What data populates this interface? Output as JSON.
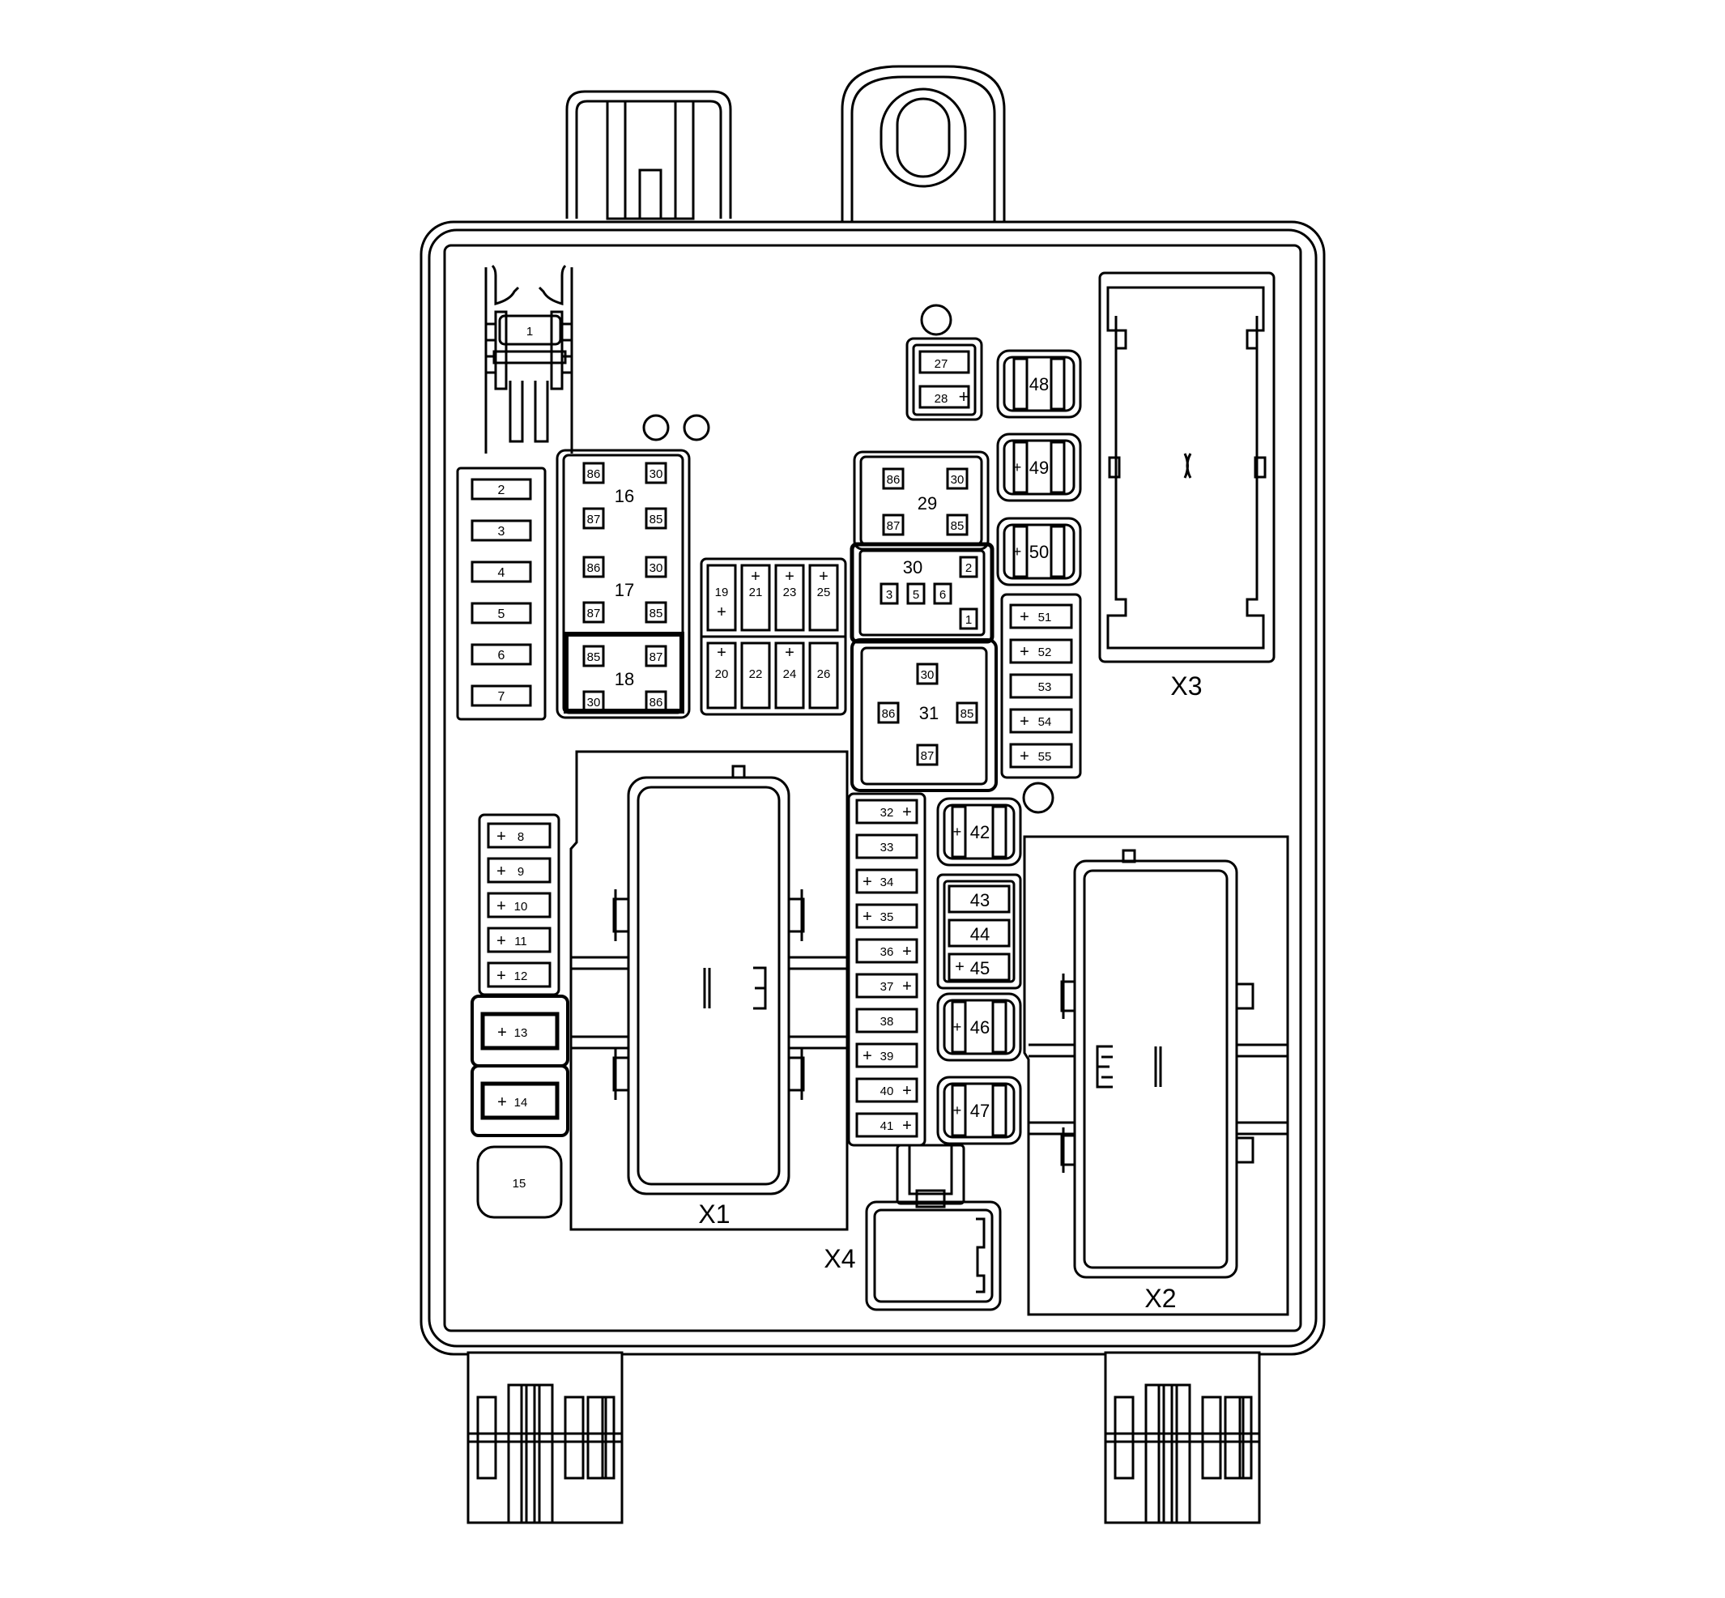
{
  "diagram": {
    "colors": {
      "line": "#000000",
      "background": "#ffffff"
    },
    "fuse_1": "1",
    "mini_fuses_left": [
      "2",
      "3",
      "4",
      "5",
      "6",
      "7"
    ],
    "relay_16": {
      "label": "16",
      "pins": [
        "86",
        "30",
        "87",
        "85"
      ]
    },
    "relay_17": {
      "label": "17",
      "pins": [
        "86",
        "30",
        "87",
        "85"
      ]
    },
    "relay_18": {
      "label": "18",
      "pins": [
        "85",
        "87",
        "30",
        "86"
      ]
    },
    "fuse_block_top": [
      "19",
      "21",
      "23",
      "25"
    ],
    "fuse_block_bottom": [
      "20",
      "22",
      "24",
      "26"
    ],
    "fuse_27": "27",
    "fuse_28": "28",
    "relay_29": {
      "label": "29",
      "pins": [
        "86",
        "30",
        "87",
        "85"
      ]
    },
    "relay_30": {
      "label": "30",
      "pins": [
        "2",
        "3",
        "5",
        "6",
        "1"
      ]
    },
    "relay_31": {
      "label": "31",
      "pins": [
        "30",
        "86",
        "85",
        "87"
      ]
    },
    "maxi_fuses_right": [
      "48",
      "49",
      "50"
    ],
    "mini_fuses_right": [
      "51",
      "52",
      "53",
      "54",
      "55"
    ],
    "fuse_column_left": [
      "8",
      "9",
      "10",
      "11",
      "12"
    ],
    "fuse_13": "13",
    "fuse_14": "14",
    "component_15": "15",
    "fuse_column_center": [
      "32",
      "33",
      "34",
      "35",
      "36",
      "37",
      "38",
      "39",
      "40",
      "41"
    ],
    "fuse_42": "42",
    "fuse_group_43_45": [
      "43",
      "44",
      "45"
    ],
    "fuse_46": "46",
    "fuse_47": "47",
    "connectors": {
      "x1": "X1",
      "x2": "X2",
      "x3": "X3",
      "x4": "X4"
    },
    "polarity_mark": "+"
  }
}
